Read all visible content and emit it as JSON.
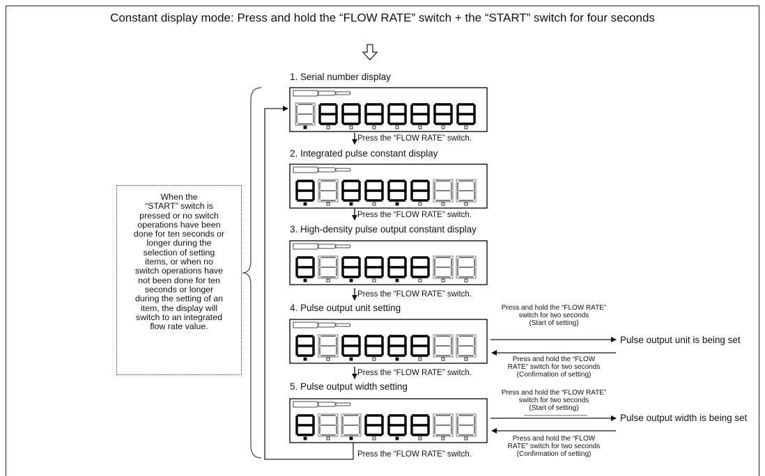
{
  "title": "Constant display mode: Press and hold the “FLOW RATE” switch + the “START” switch for four seconds",
  "steps": [
    "1. Serial number display",
    "2. Integrated pulse constant display",
    "3. High-density pulse output constant display",
    "4. Pulse output unit setting",
    "5. Pulse output width setting"
  ],
  "press_label": "Press the “FLOW RATE” switch.",
  "note": "When the\n“START” switch is\npressed or no switch\noperations have been\ndone for ten seconds or\nlonger during the\nselection of setting\nitems, or when no\nswitch operations have\nnot been done for ten\nseconds or longer\nduring the setting of an\nitem, the display will\nswitch to an integrated\nflow rate value.",
  "hold_start": "Press and hold the “FLOW RATE”\nswitch for two seconds\n(Start of setting)",
  "hold_confirm": "Press and hold the “FLOW\nRATE” switch for two seconds\n(Confirmation of setting)",
  "results": {
    "unit": "Pulse output unit is being set",
    "width": "Pulse output width is being set"
  }
}
